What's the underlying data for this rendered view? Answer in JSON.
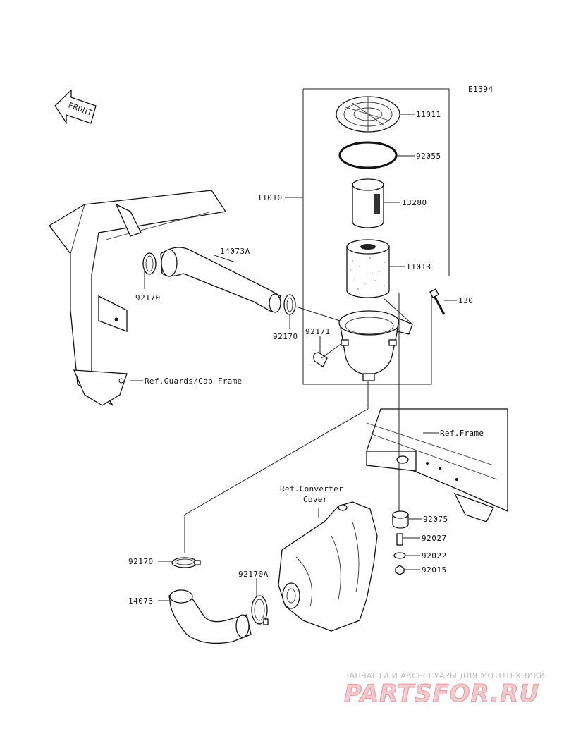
{
  "diagram_code": "E1394",
  "front_marker": "FRONT",
  "parts": {
    "p11011": "11011",
    "p92055": "92055",
    "p11010": "11010",
    "p13280": "13280",
    "p11013": "11013",
    "p14073A": "14073A",
    "p130": "130",
    "p92170_left": "92170",
    "p92170_mid": "92170",
    "p92171": "92171",
    "p92075": "92075",
    "p92027": "92027",
    "p92022": "92022",
    "p92015": "92015",
    "p92170_low": "92170",
    "p92170A": "92170A",
    "p14073": "14073"
  },
  "refs": {
    "guards": "Ref.Guards/Cab Frame",
    "frame": "Ref.Frame",
    "converter_line1": "Ref.Converter",
    "converter_line2": "Cover"
  },
  "watermark": {
    "line1": "ЗАПЧАСТИ И АКСЕССУАРЫ ДЛЯ МОТОТЕХНИКИ",
    "line2": "PARTSFOR.RU"
  }
}
